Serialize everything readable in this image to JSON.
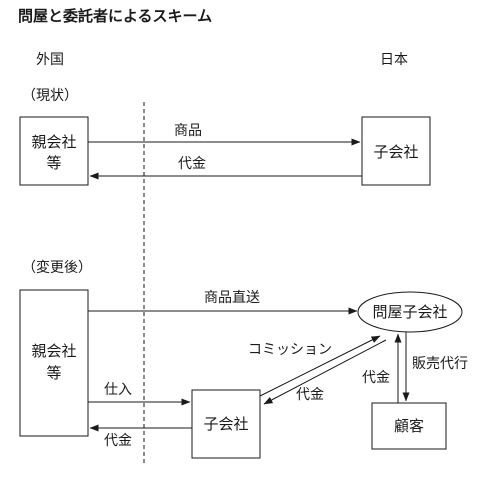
{
  "title": "問屋と委託者によるスキーム",
  "regions": {
    "foreign": "外国",
    "japan": "日本"
  },
  "sections": {
    "current": "（現状）",
    "changed": "（変更後）"
  },
  "current": {
    "parent": [
      "親会社",
      "等"
    ],
    "subsidiary": "子会社",
    "goods": "商品",
    "payment": "代金"
  },
  "changed": {
    "parent": [
      "親会社",
      "等"
    ],
    "commission_agent": "問屋子会社",
    "subsidiary": "子会社",
    "customer": "顧客",
    "direct_shipment": "商品直送",
    "commission": "コミッション",
    "payment_from_subsidiary": "代金",
    "purchase": "仕入",
    "payment_to_parent": "代金",
    "payment_from_customer": "代金",
    "sales_agency": "販売代行"
  }
}
